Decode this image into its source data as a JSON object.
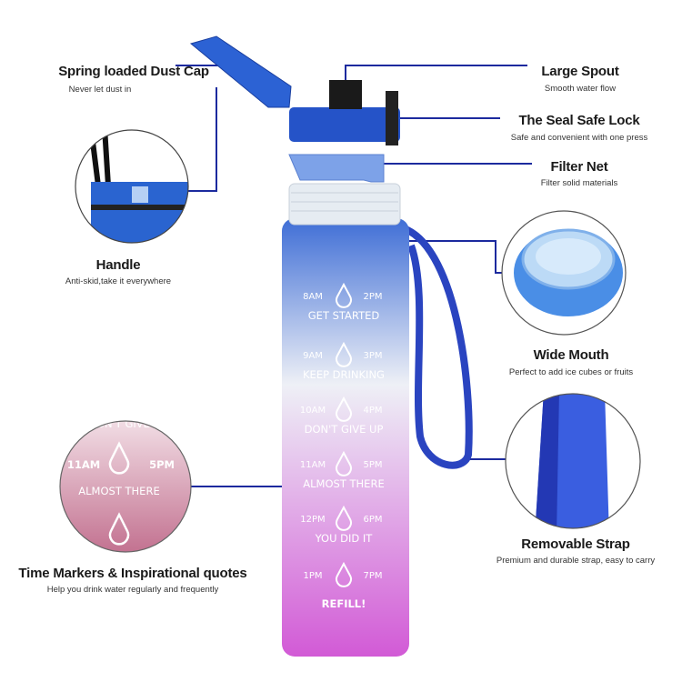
{
  "colors": {
    "line": "#1c2a9e",
    "bottle_top": "#3f6ed6",
    "bottle_mid": "#eef0f6",
    "bottle_bottom": "#d25ad6",
    "cap": "#2553c8",
    "strap": "#2a44c0"
  },
  "callouts": {
    "dust_cap": {
      "title": "Spring loaded Dust Cap",
      "sub": "Never let dust in"
    },
    "handle": {
      "title": "Handle",
      "sub": "Anti-skid,take it everywhere"
    },
    "time_markers": {
      "title": "Time Markers & Inspirational quotes",
      "sub": "Help you drink water regularly and frequently"
    },
    "spout": {
      "title": "Large Spout",
      "sub": "Smooth water flow"
    },
    "seal": {
      "title": "The Seal Safe Lock",
      "sub": "Safe and convenient with one press"
    },
    "filter": {
      "title": "Filter Net",
      "sub": "Filter solid materials"
    },
    "mouth": {
      "title": "Wide Mouth",
      "sub": "Perfect to add ice cubes or fruits"
    },
    "strap": {
      "title": "Removable Strap",
      "sub": "Premium and durable strap, easy to carry"
    }
  },
  "bottle": {
    "markers": [
      {
        "left": "8AM",
        "right": "2PM",
        "quote": "GET STARTED"
      },
      {
        "left": "9AM",
        "right": "3PM",
        "quote": "KEEP DRINKING"
      },
      {
        "left": "10AM",
        "right": "4PM",
        "quote": "DON'T GIVE UP"
      },
      {
        "left": "11AM",
        "right": "5PM",
        "quote": "ALMOST THERE"
      },
      {
        "left": "12PM",
        "right": "6PM",
        "quote": "YOU DID IT"
      },
      {
        "left": "1PM",
        "right": "7PM",
        "quote": "REFILL!"
      }
    ]
  },
  "zoom_detail": {
    "left": "11AM",
    "right": "5PM",
    "quote": "ALMOST THERE",
    "above": "DON'T GIVE"
  }
}
